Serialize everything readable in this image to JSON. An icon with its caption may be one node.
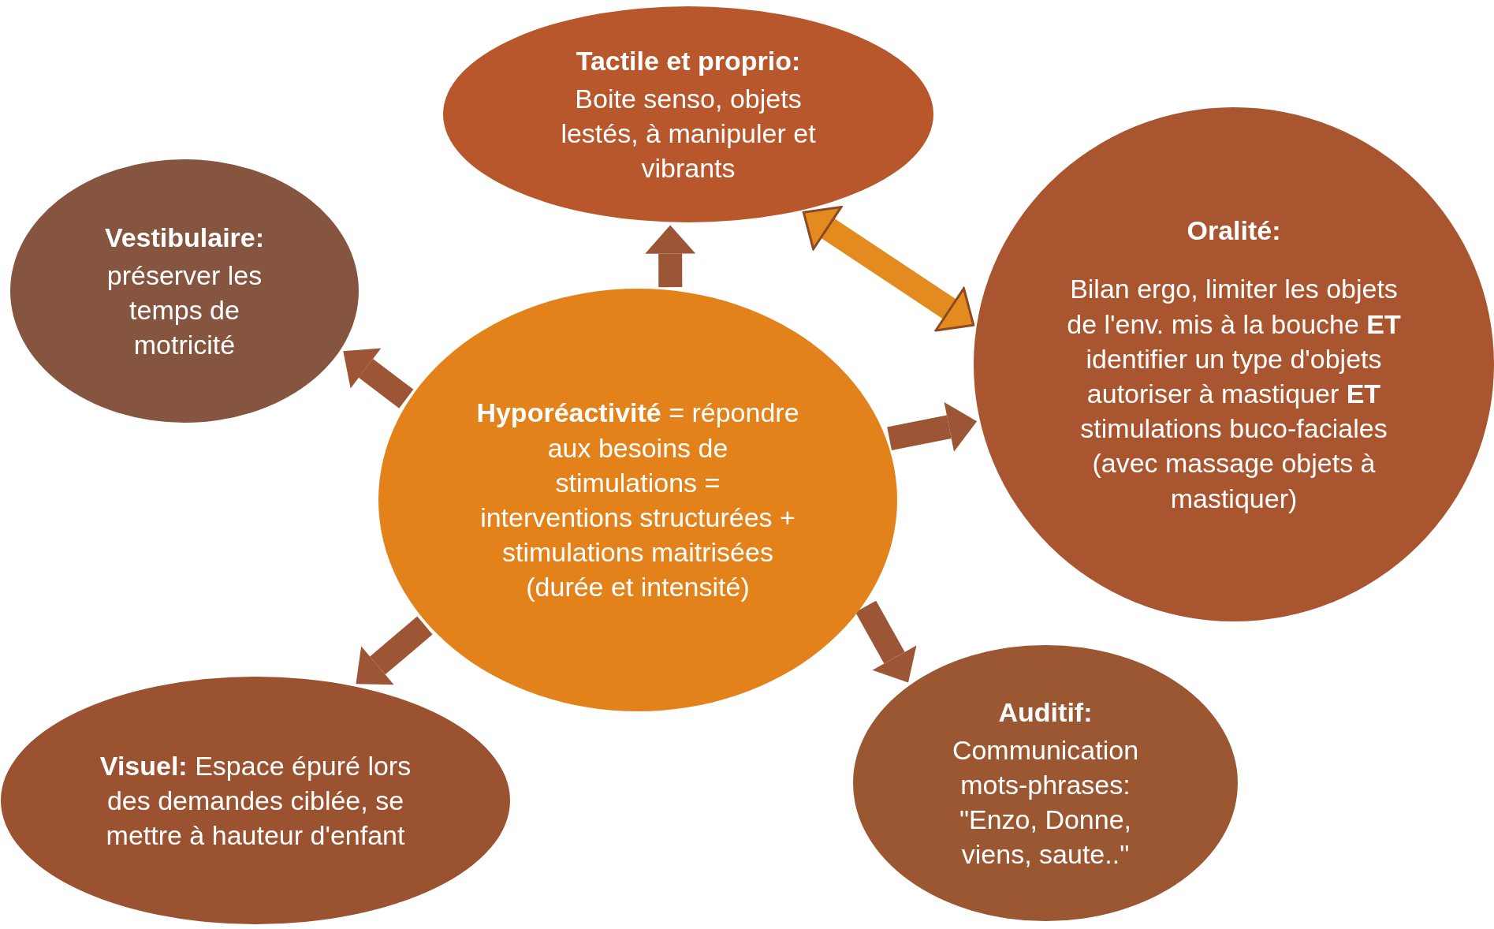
{
  "diagram": {
    "nodes": [
      {
        "text": [
          "Tactile et proprio:",
          "Boite senso, objets lestés,  à manipuler et vibrants"
        ]
      },
      {
        "text": [
          "Vestibulaire:",
          "préserver les temps de motricité"
        ]
      },
      {
        "text": [
          "Oralité:",
          "Bilan ergo, limiter les objets de l'env. mis à la bouche **ET** identifier un type d'objets autoriser à mastiquer **ET** stimulations buco-faciales (avec massage objets à mastiquer)"
        ]
      },
      {
        "text": [
          "**Hyporéactivité** = répondre aux besoins de stimulations  = interventions structurées + stimulations maitrisées (durée et intensité)"
        ]
      },
      {
        "text": [
          "**Visuel:** Espace épuré lors des demandes ciblée, se mettre à hauteur d'enfant"
        ]
      },
      {
        "text": [
          "Auditif:",
          "Communication mots-phrases: \"Enzo, Donne, viens, saute..\""
        ]
      }
    ],
    "edges": [
      {
        "from": 3,
        "to": 0,
        "arrow": "to"
      },
      {
        "from": 3,
        "to": 1,
        "arrow": "to"
      },
      {
        "from": 3,
        "to": 2,
        "arrow": "to"
      },
      {
        "from": 3,
        "to": 4,
        "arrow": "to"
      },
      {
        "from": 3,
        "to": 5,
        "arrow": "to"
      },
      {
        "from": 0,
        "to": 2,
        "arrow": "both",
        "color": "#e38b1e"
      }
    ]
  }
}
